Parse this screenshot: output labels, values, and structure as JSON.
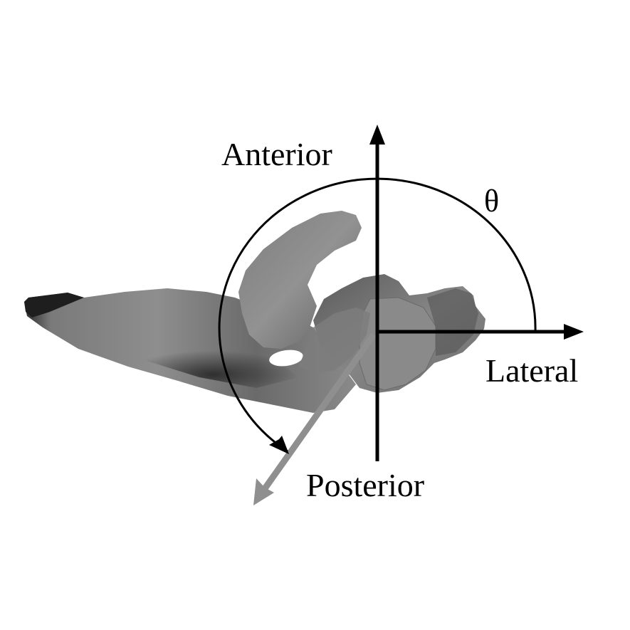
{
  "labels": {
    "anterior": "Anterior",
    "lateral": "Lateral",
    "posterior": "Posterior",
    "angle": "θ"
  },
  "colors": {
    "axes": "#000000",
    "arc": "#000000",
    "bone": "#8c8c8c",
    "bone_shadow": "#3a3a3a",
    "humerus_axis_arrow": "#8f8f8f",
    "background": "#ffffff"
  },
  "elements": {
    "bone": "scapula-model",
    "reference_frame": [
      "anterior-axis",
      "lateral-axis",
      "posterior-axis"
    ],
    "angle_arc": "theta-arc",
    "direction_arrow": "humerus-axis-arrow"
  }
}
